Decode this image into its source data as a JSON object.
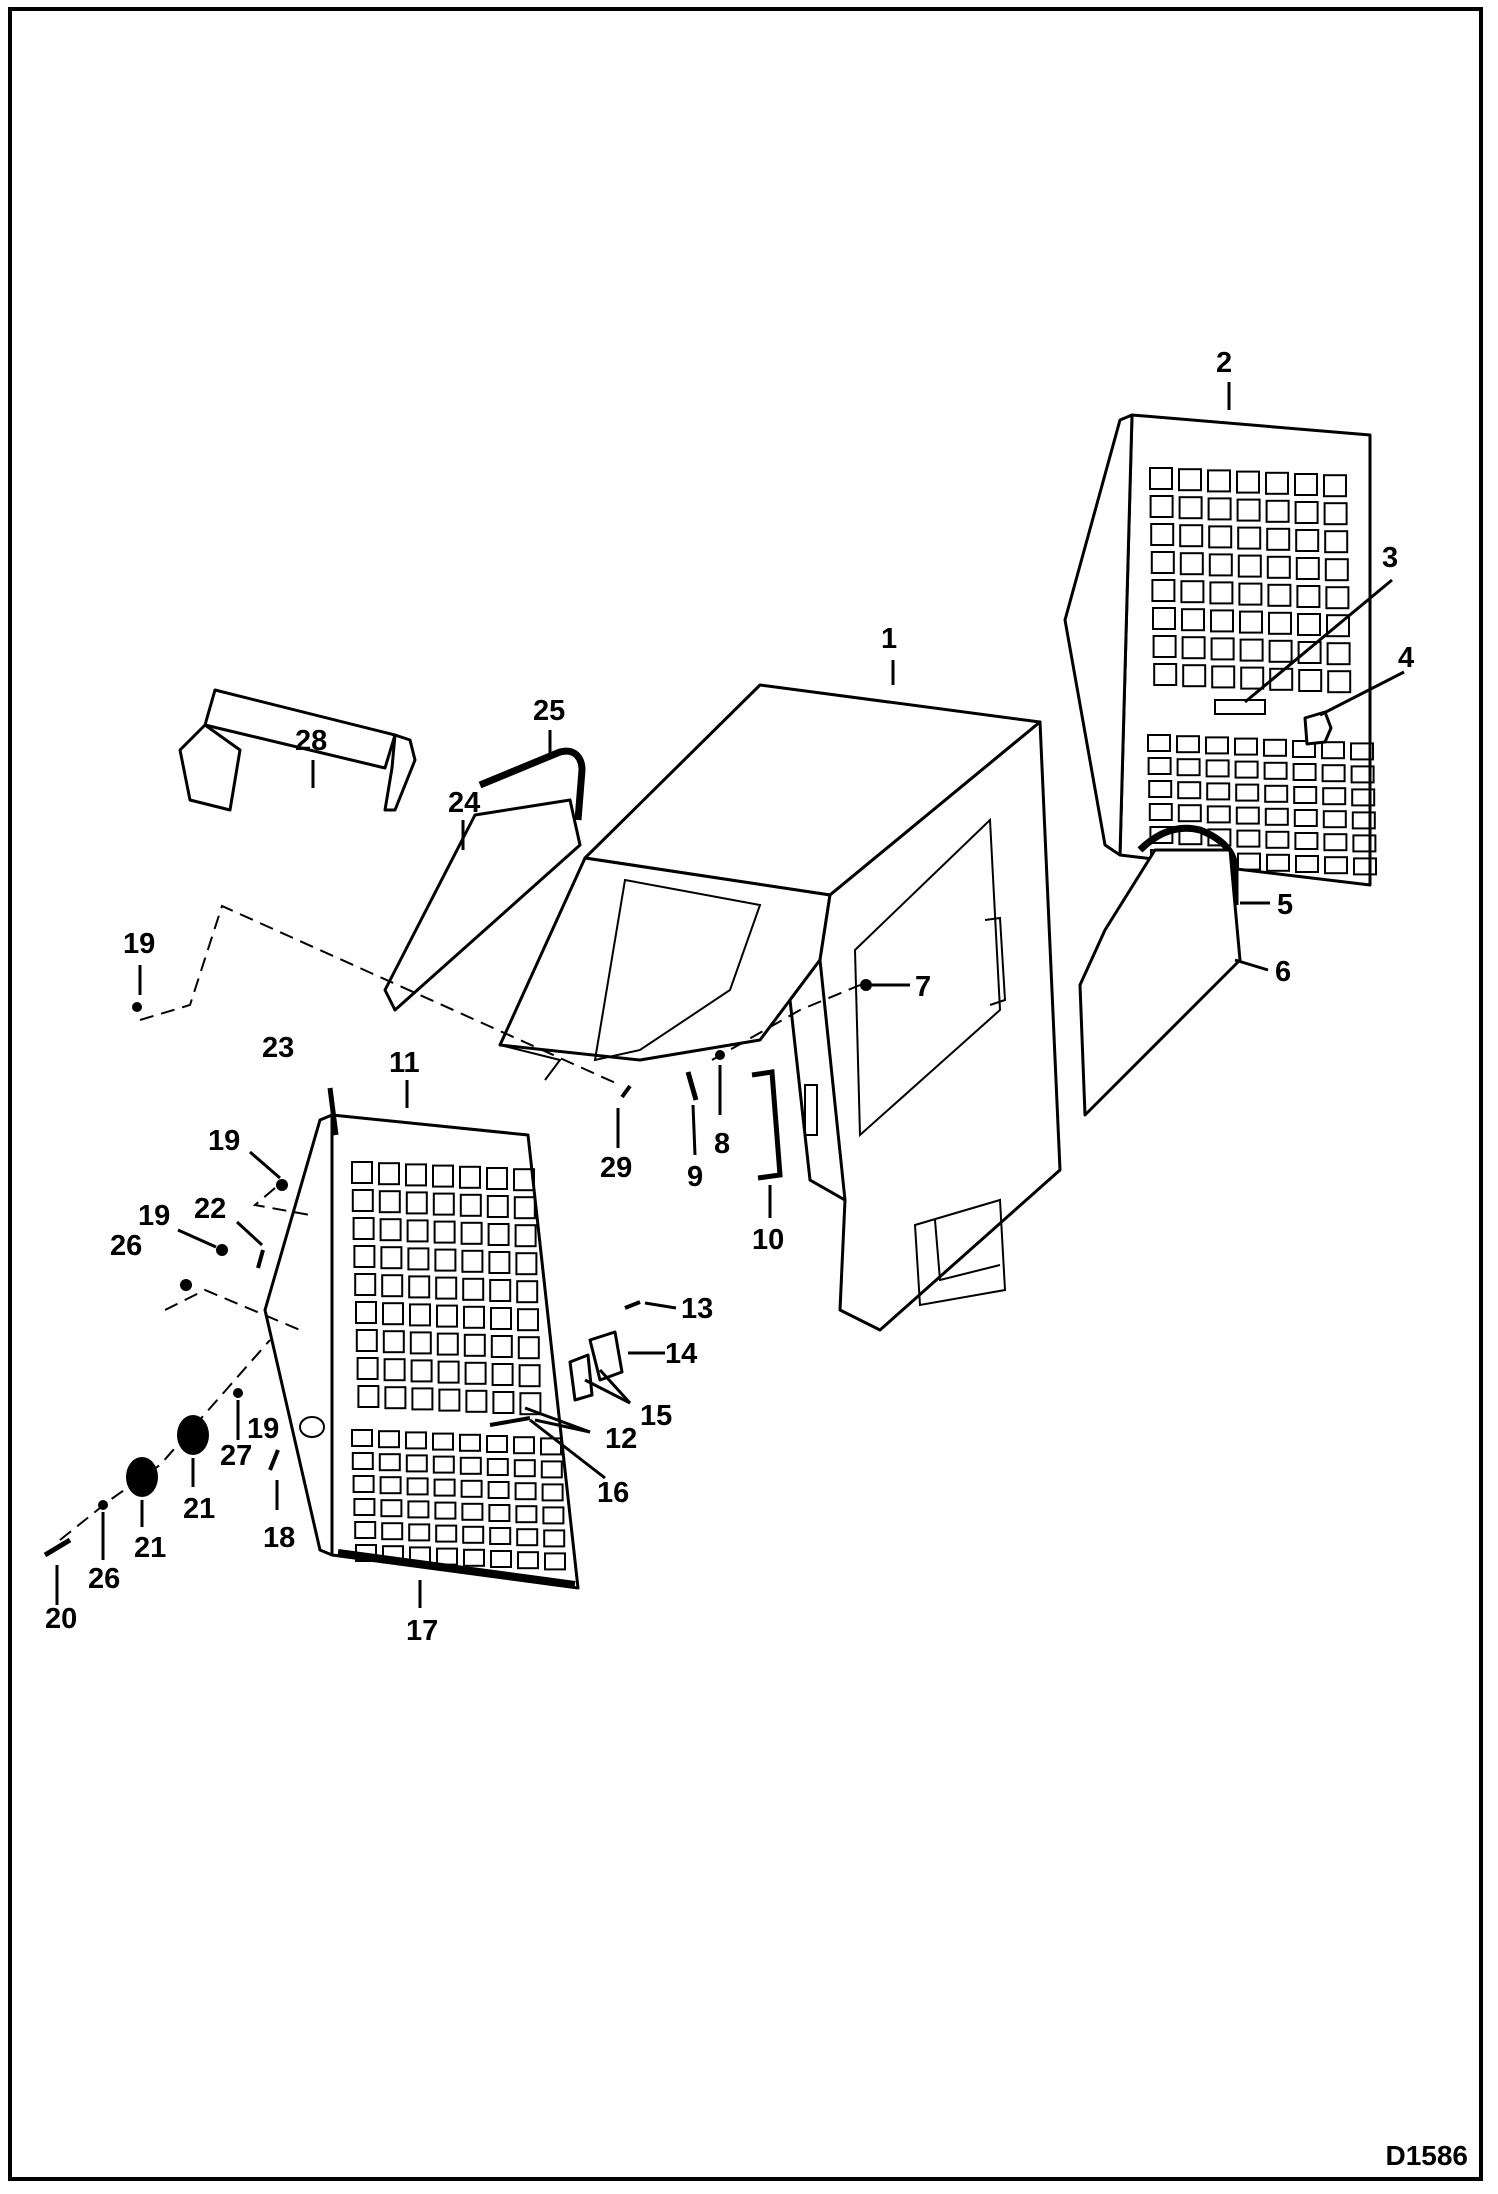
{
  "drawing_id": "D1586",
  "callouts": {
    "c1": "1",
    "c2": "2",
    "c3": "3",
    "c4": "4",
    "c5": "5",
    "c6": "6",
    "c7": "7",
    "c8": "8",
    "c9": "9",
    "c10": "10",
    "c11": "11",
    "c12": "12",
    "c13": "13",
    "c14": "14",
    "c15": "15",
    "c16": "16",
    "c17": "17",
    "c18": "18",
    "c19": "19",
    "c20": "20",
    "c21": "21",
    "c22": "22",
    "c23": "23",
    "c24": "24",
    "c25": "25",
    "c26": "26",
    "c27": "27",
    "c28": "28",
    "c29": "29"
  }
}
